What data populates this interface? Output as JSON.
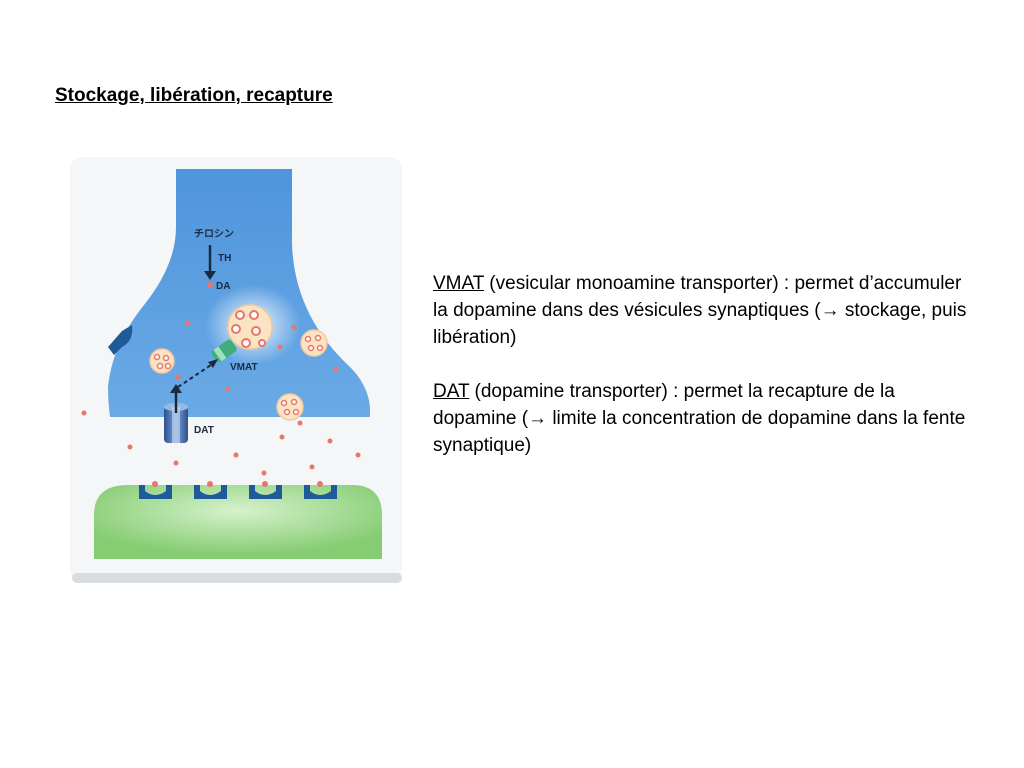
{
  "title": "Stockage, libération, recapture",
  "figure": {
    "labels": {
      "tyrosine": "チロシン",
      "th": "TH",
      "da": "DA",
      "vmat": "VMAT",
      "dat": "DAT"
    },
    "colors": {
      "presynaptic": "#5b9fe0",
      "postsynaptic": "#8fd47e",
      "dopamine": "#e8766a",
      "vesicle": "#fbe4c4",
      "receptor": "#1f5a9a"
    }
  },
  "paragraphs": [
    {
      "term": "VMAT",
      "text": " (vesicular monoamine transporter) :  permet d’accumuler la dopamine dans des vésicules synaptiques (→ stockage, puis libération)"
    },
    {
      "term": "DAT",
      "text": " (dopamine transporter) : permet la recapture de la dopamine (→ limite la concentration de dopamine dans la fente synaptique)"
    }
  ]
}
